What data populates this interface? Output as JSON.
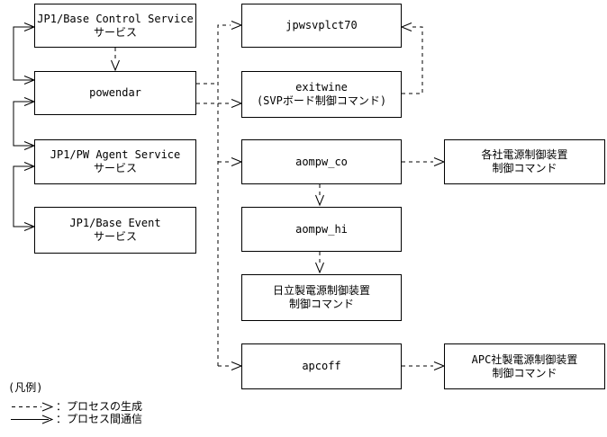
{
  "diagram": {
    "background_color": "#ffffff",
    "line_color": "#000000",
    "boxes": {
      "jp1_base_control": {
        "label": "JP1/Base Control Service\nサービス"
      },
      "powendar": {
        "label": "powendar"
      },
      "jp1_pw_agent": {
        "label": "JP1/PW Agent Service\nサービス"
      },
      "jp1_base_event": {
        "label": "JP1/Base Event\nサービス"
      },
      "jpwsvplct70": {
        "label": "jpwsvplct70"
      },
      "exitwine": {
        "label": "exitwine\n(SVPボード制御コマンド)"
      },
      "aompw_co": {
        "label": "aompw_co"
      },
      "aompw_hi": {
        "label": "aompw_hi"
      },
      "hitachi_cmd": {
        "label": "日立製電源制御装置\n制御コマンド"
      },
      "apcoff": {
        "label": "apcoff"
      },
      "vendor_cmd": {
        "label": "各社電源制御装置\n制御コマンド"
      },
      "apc_cmd": {
        "label": "APC社製電源制御装置\n制御コマンド"
      }
    },
    "legend": {
      "title": "(凡例)",
      "items": [
        {
          "style": "dashed",
          "label": "：プロセスの生成"
        },
        {
          "style": "solid",
          "label": "：プロセス間通信"
        }
      ]
    }
  }
}
